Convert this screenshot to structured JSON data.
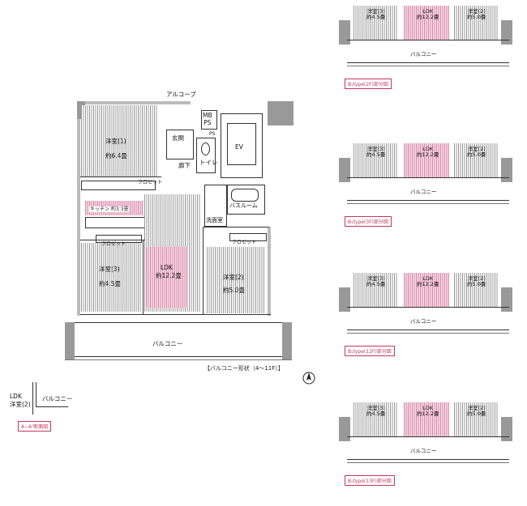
{
  "main_plan": {
    "alcove": "アルコーブ",
    "mbps": "MB\nPS",
    "ps": "PS",
    "entrance": "玄関",
    "hallway": "廊下",
    "toilet": "トイレ",
    "ev": "EV",
    "bathroom": "バスルーム",
    "washroom": "洗面室",
    "bedroom1": "洋室(1)",
    "bedroom1_size": "約6.4畳",
    "bedroom2": "洋室(2)",
    "bedroom2_size": "約5.0畳",
    "bedroom3": "洋室(3)",
    "bedroom3_size": "約4.5畳",
    "ldk": "LDK",
    "ldk_size": "約12.2畳",
    "kitchen": "キッチン 約3.3畳",
    "closet": "クロゼット",
    "balcony": "バルコニー",
    "balcony_shape": "【バルコニー形状（4〜11F）】"
  },
  "section": {
    "ldk": "LDK",
    "bedroom2": "洋室(2)",
    "balcony": "バルコニー",
    "caption": "A−A’断面図"
  },
  "variants": [
    {
      "caption": "B₁type(2F)部分図",
      "bedroom3": "洋室(3)",
      "bedroom3_size": "約4.5畳",
      "ldk": "LDK",
      "ldk_size": "約12.2畳",
      "bedroom2": "洋室(2)",
      "bedroom2_size": "約5.0畳",
      "balcony": "バルコニー"
    },
    {
      "caption": "B₁type(3F)部分図",
      "bedroom3": "洋室(3)",
      "bedroom3_size": "約4.5畳",
      "ldk": "LDK",
      "ldk_size": "約12.2畳",
      "bedroom2": "洋室(2)",
      "bedroom2_size": "約5.0畳",
      "balcony": "バルコニー"
    },
    {
      "caption": "B₁type(12F)部分図",
      "bedroom3": "洋室(3)",
      "bedroom3_size": "約4.5畳",
      "ldk": "LDK",
      "ldk_size": "約12.2畳",
      "bedroom2": "洋室(2)",
      "bedroom2_size": "約5.0畳",
      "balcony": "バルコニー"
    },
    {
      "caption": "B₁type(13F)部分図",
      "bedroom3": "洋室(3)",
      "bedroom3_size": "約4.5畳",
      "ldk": "LDK",
      "ldk_size": "約12.2畳",
      "bedroom2": "洋室(2)",
      "bedroom2_size": "約5.0畳",
      "balcony": "バルコニー"
    }
  ]
}
